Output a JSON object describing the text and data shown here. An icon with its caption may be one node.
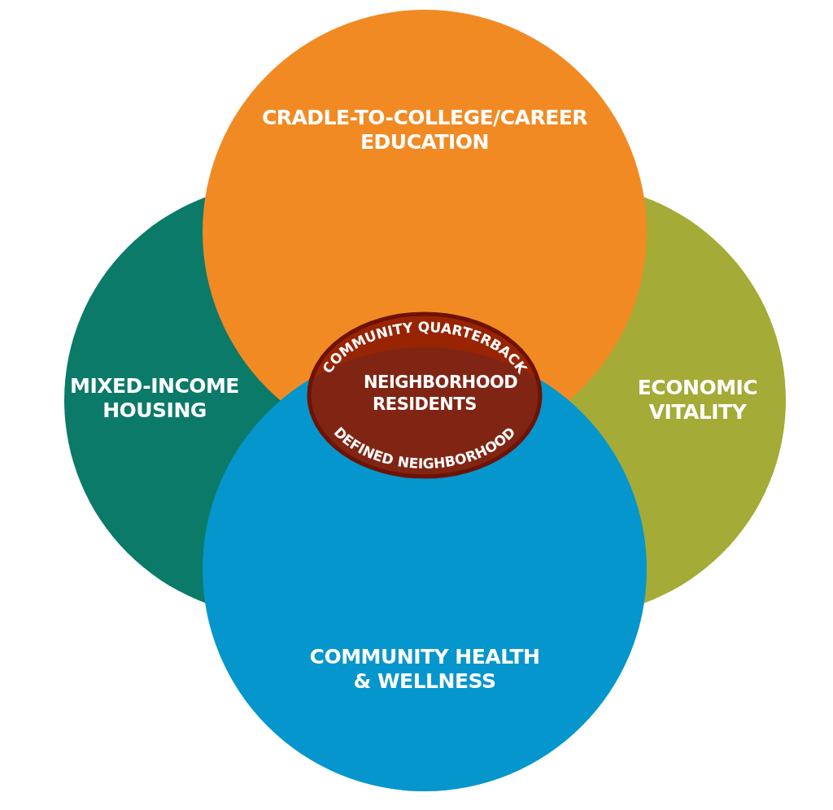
{
  "diagram": {
    "nodes": [
      {
        "text": [
          "CRADLE-TO-COLLEGE/CAREER EDUCATION"
        ]
      },
      {
        "text": [
          "MIXED-INCOME HOUSING"
        ]
      },
      {
        "text": [
          "ECONOMIC VITALITY"
        ]
      },
      {
        "text": [
          "COMMUNITY HEALTH & WELLNESS"
        ]
      },
      {
        "text": [
          "COMMUNITY QUARTERBACK",
          "NEIGHBORHOOD RESIDENTS",
          "DEFINED NEIGHBORHOOD"
        ]
      }
    ]
  }
}
